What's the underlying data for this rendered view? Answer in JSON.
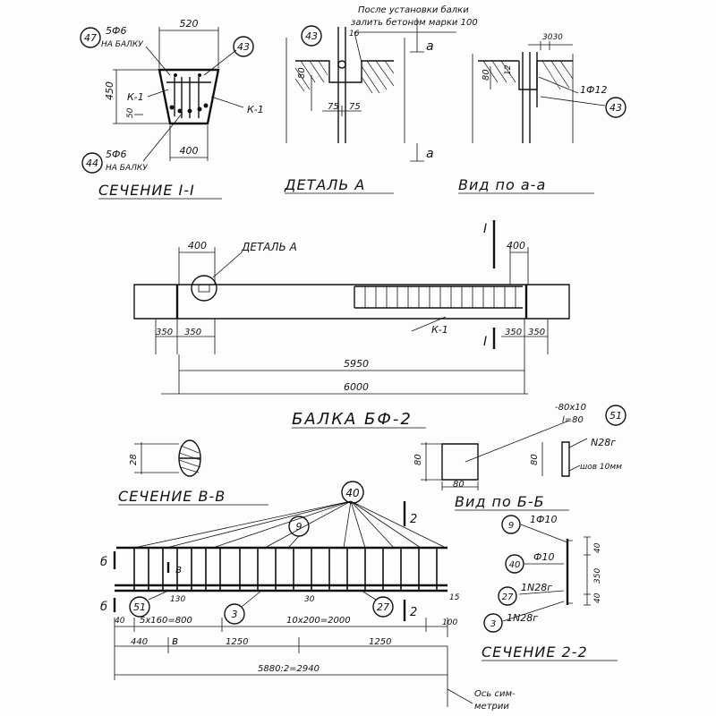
{
  "section_1_1": {
    "title": "СЕЧЕНИЕ I-I",
    "width_top": "520",
    "width_bottom": "400",
    "height": "450",
    "rebar_top": "5Ф6",
    "rebar_top_note": "НА БАЛКУ",
    "rebar_bottom": "5Ф6",
    "rebar_bottom_note": "НА БАЛКУ",
    "cage_left": "К-1",
    "cage_right": "К-1",
    "dim_small": "50",
    "pos_47": "47",
    "pos_43": "43",
    "pos_44": "44"
  },
  "detail_a": {
    "title": "ДЕТАЛЬ А",
    "note_line1": "После установки балки",
    "note_line2": "залить бетоном марки 100",
    "pos": "43",
    "dim_height": "80",
    "dim_left": "75",
    "dim_right": "75",
    "dim_top": "16",
    "cut_mark_top": "а",
    "cut_mark_bottom": "а"
  },
  "view_a_a": {
    "title": "Вид по а-а",
    "dim_top": "3030",
    "dim_height": "80",
    "dim_small": "12",
    "rebar": "1Ф12",
    "pos": "43"
  },
  "beam": {
    "title": "БАЛКА БФ-2",
    "detail_label": "ДЕТАЛЬ А",
    "dim_left_top": "400",
    "dim_right_top": "400",
    "support_left_a": "350",
    "support_left_b": "350",
    "support_right_a": "350",
    "support_right_b": "350",
    "cage": "К-1",
    "span_inner": "5950",
    "span_total": "6000",
    "cut_mark": "I"
  },
  "section_b_b": {
    "title": "СЕЧЕНИЕ В-В",
    "dim": "28"
  },
  "view_b_b": {
    "title": "Вид по Б-Б",
    "dim_w": "80",
    "dim_h": "80",
    "plate": "-80х10",
    "plate_l": "l=80",
    "pos": "51",
    "channel": "N28г",
    "weld": "шов 10мм",
    "dim_v": "80"
  },
  "cage_elevation": {
    "pos_40": "40",
    "pos_9": "9",
    "pos_51": "51",
    "pos_3": "3",
    "pos_27": "27",
    "mark_b_top": "б",
    "mark_b_bottom": "б",
    "mark_v": "в",
    "mark_v_bottom": "в",
    "cut_2_top": "2",
    "cut_2_bottom": "2",
    "dim_130": "130",
    "dim_40_left": "40",
    "dim_30": "30",
    "dim_15": "15",
    "dim_100": "100",
    "spacing_left": "5х160=800",
    "spacing_mid": "10х200=2000",
    "dim_440": "440",
    "dim_1250_a": "1250",
    "dim_1250_b": "1250",
    "dim_total": "5880:2=2940",
    "axis_note_1": "Ось сим-",
    "axis_note_2": "метрии"
  },
  "section_2_2": {
    "title": "СЕЧЕНИЕ 2-2",
    "pos_9": "9",
    "label_9": "1Ф10",
    "pos_40": "40",
    "label_40": "Ф10",
    "pos_27": "27",
    "label_27": "1N28г",
    "pos_3": "3",
    "label_3": "1N28г",
    "dim_40": "40",
    "dim_350": "350",
    "dim_10": "40"
  }
}
